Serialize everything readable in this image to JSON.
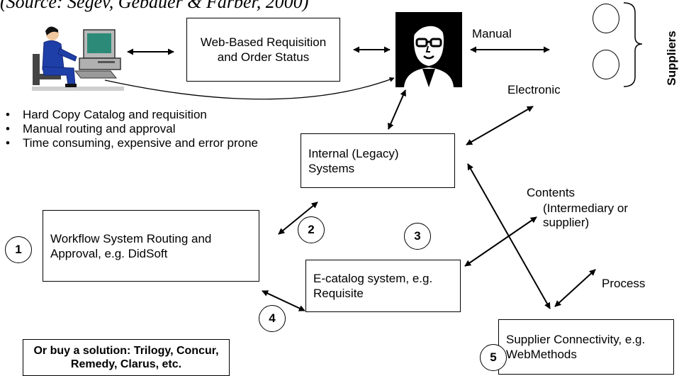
{
  "source": "(Source: Segev, Gebauer & Farber, 2000)",
  "boxes": {
    "web": "Web-Based Requisition and Order Status",
    "legacy": "Internal (Legacy) Systems",
    "workflow": "Workflow System Routing and Approval,  e.g. DidSoft",
    "ecatalog": "E-catalog system, e.g. Requisite",
    "connectivity": "Supplier Connectivity, e.g. WebMethods",
    "buy": "Or buy a solution: Trilogy, Concur, Remedy, Clarus, etc."
  },
  "bullets": [
    "Hard Copy Catalog and requisition",
    "Manual routing and approval",
    "Time consuming, expensive and error prone"
  ],
  "labels": {
    "manual": "Manual",
    "electronic": "Electronic",
    "contents": "Contents",
    "contents_sub": "(Intermediary or supplier)",
    "process": "Process",
    "suppliers": "Suppliers"
  },
  "numbers": [
    "1",
    "2",
    "3",
    "4",
    "5"
  ],
  "icons": [
    "person-at-computer-icon",
    "manager-portrait-icon"
  ]
}
